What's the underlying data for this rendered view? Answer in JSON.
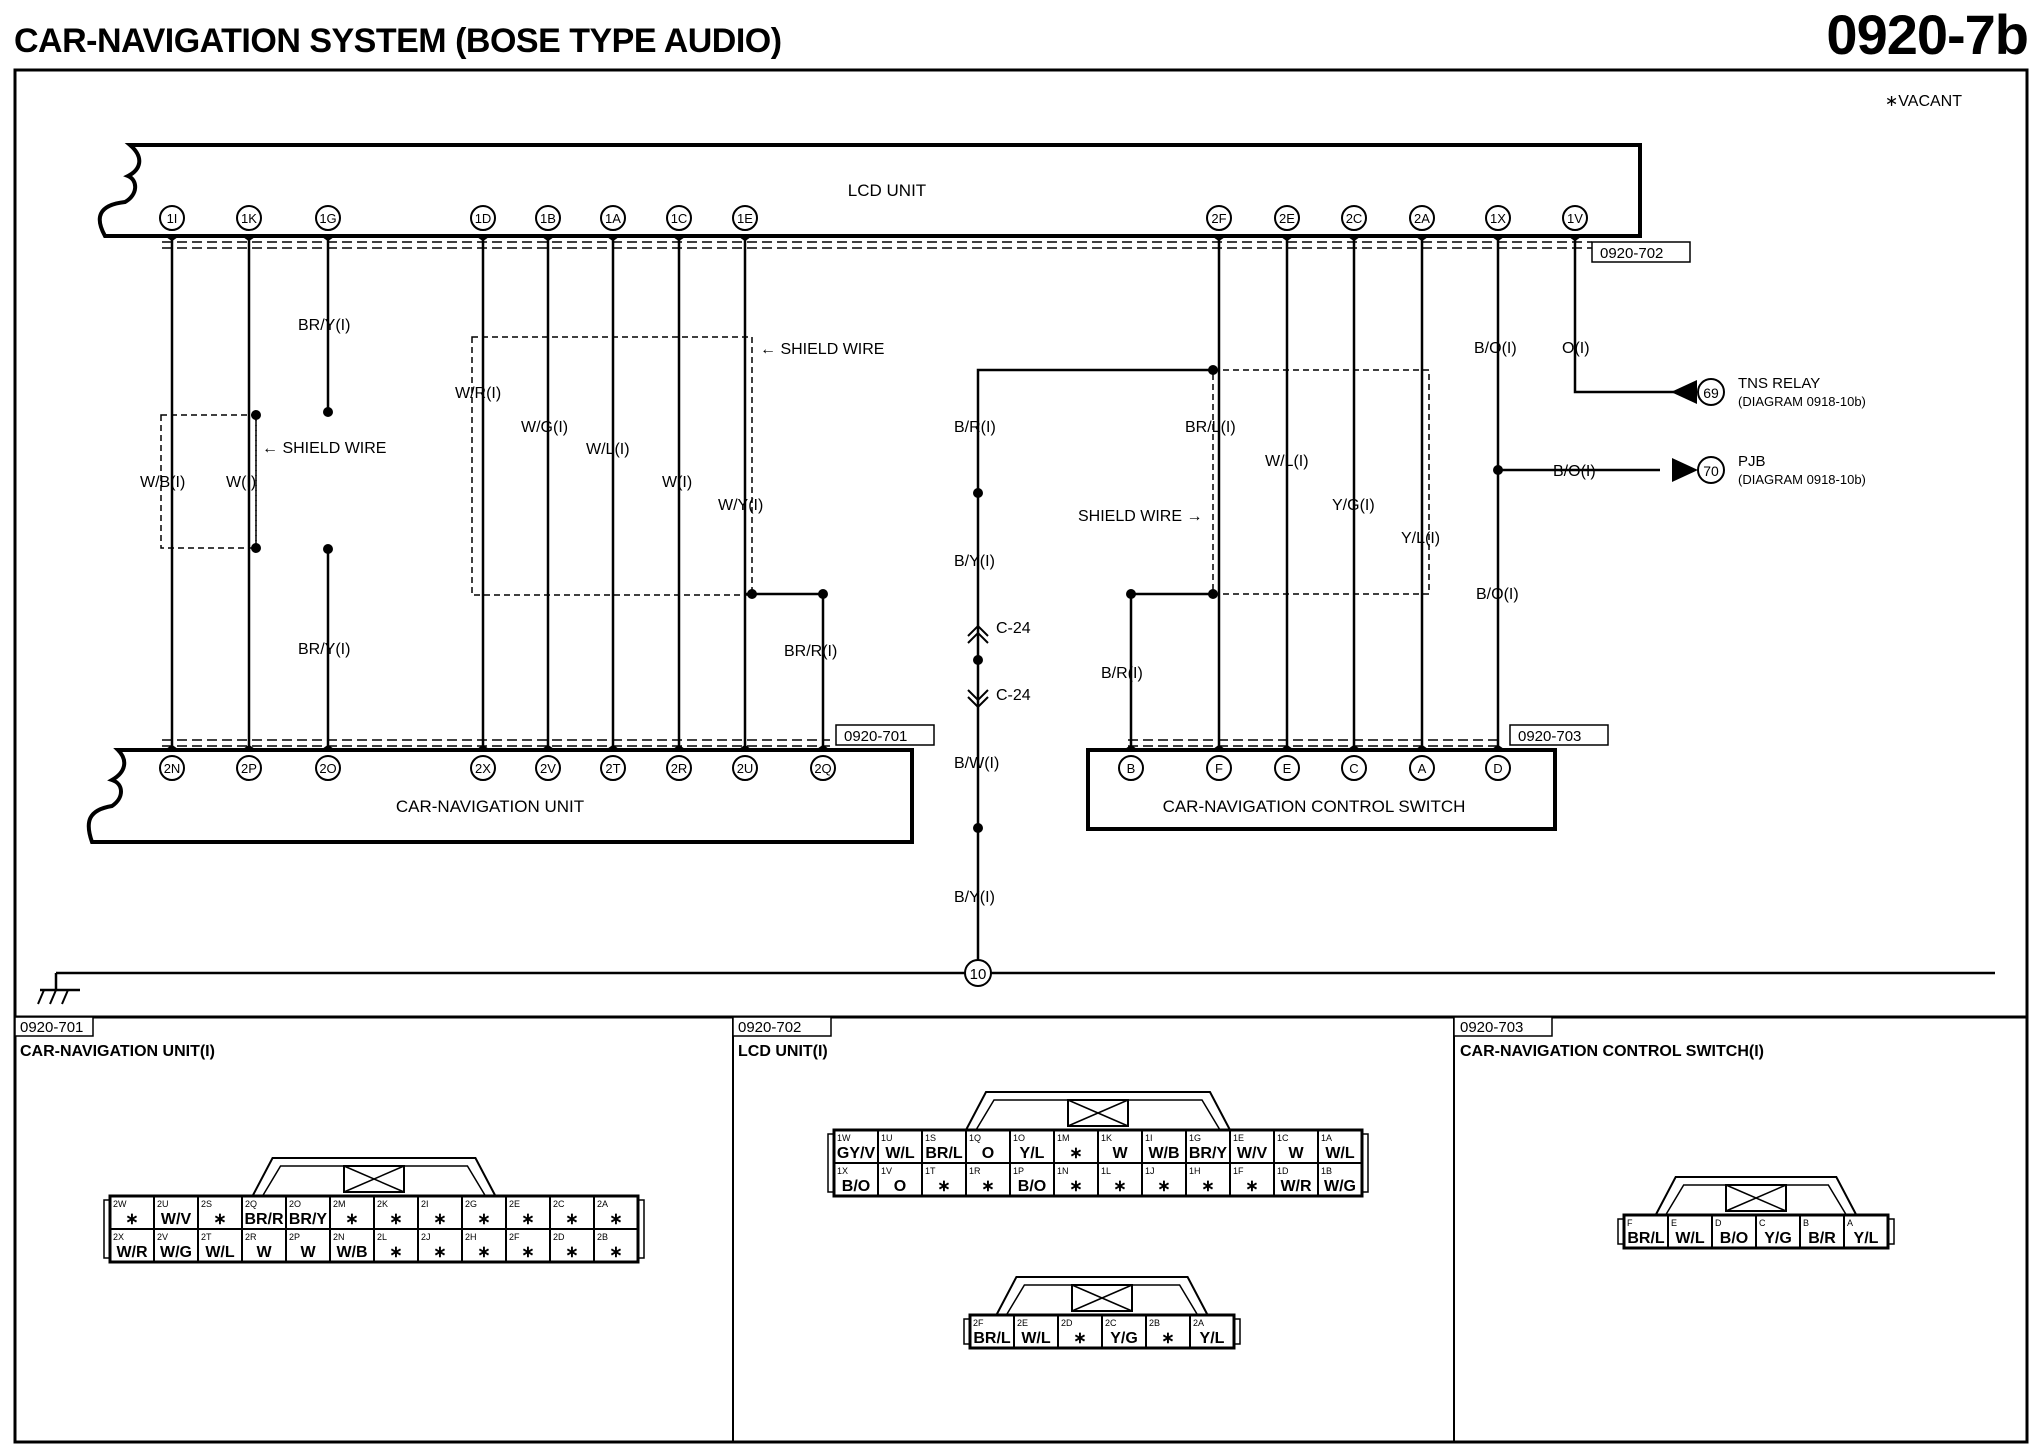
{
  "title": "CAR-NAVIGATION SYSTEM (BOSE TYPE AUDIO)",
  "diagram_code": "0920-7b",
  "vacant_note": "∗VACANT",
  "components": {
    "lcd_unit": "LCD UNIT",
    "nav_unit": "CAR-NAVIGATION UNIT",
    "control_switch": "CAR-NAVIGATION CONTROL SWITCH"
  },
  "connector_refs": {
    "c701": "0920-701",
    "c702": "0920-702",
    "c703": "0920-703"
  },
  "shield_wire": "SHIELD WIRE",
  "pins": {
    "lcd_top": [
      "1I",
      "1K",
      "1G",
      "1D",
      "1B",
      "1A",
      "1C",
      "1E",
      "2F",
      "2E",
      "2C",
      "2A",
      "1X",
      "1V"
    ],
    "nav_bottom": [
      "2N",
      "2P",
      "2O",
      "2X",
      "2V",
      "2T",
      "2R",
      "2U",
      "2Q"
    ],
    "switch_bottom": [
      "B",
      "F",
      "E",
      "C",
      "A",
      "D"
    ]
  },
  "wire_labels": {
    "w1": "W/B(I)",
    "w2": "W(I)",
    "w3a": "BR/Y(I)",
    "w3b": "BR/Y(I)",
    "w4": "W/R(I)",
    "w5": "W/G(I)",
    "w6": "W/L(I)",
    "w7": "W(I)",
    "w8": "W/Y(I)",
    "w9": "BR/R(I)",
    "g1": "B/R(I)",
    "g2": "B/Y(I)",
    "g3": "B/W(I)",
    "g4": "B/Y(I)",
    "s1": "BR/L(I)",
    "s2": "W/L(I)",
    "s3": "Y/G(I)",
    "s4": "Y/L(I)",
    "s5": "B/R(I)",
    "p1": "B/O(I)",
    "p2": "O(I)",
    "p3": "B/O(I)",
    "p4": "B/O(I)"
  },
  "connector_c24": "C-24",
  "ground_point": "10",
  "refs": {
    "tns_num": "69",
    "tns_label": "TNS RELAY",
    "tns_diag": "(DIAGRAM 0918-10b)",
    "pjb_num": "70",
    "pjb_label": "PJB",
    "pjb_diag": "(DIAGRAM 0918-10b)"
  },
  "panels": {
    "p701_title": "CAR-NAVIGATION UNIT(I)",
    "p702_title": "LCD UNIT(I)",
    "p703_title": "CAR-NAVIGATION CONTROL SWITCH(I)"
  },
  "conn701": {
    "top": [
      [
        "2W",
        "∗"
      ],
      [
        "2U",
        "W/V"
      ],
      [
        "2S",
        "∗"
      ],
      [
        "2Q",
        "BR/R"
      ],
      [
        "2O",
        "BR/Y"
      ],
      [
        "2M",
        "∗"
      ],
      [
        "2K",
        "∗"
      ],
      [
        "2I",
        "∗"
      ],
      [
        "2G",
        "∗"
      ],
      [
        "2E",
        "∗"
      ],
      [
        "2C",
        "∗"
      ],
      [
        "2A",
        "∗"
      ]
    ],
    "bottom": [
      [
        "2X",
        "W/R"
      ],
      [
        "2V",
        "W/G"
      ],
      [
        "2T",
        "W/L"
      ],
      [
        "2R",
        "W"
      ],
      [
        "2P",
        "W"
      ],
      [
        "2N",
        "W/B"
      ],
      [
        "2L",
        "∗"
      ],
      [
        "2J",
        "∗"
      ],
      [
        "2H",
        "∗"
      ],
      [
        "2F",
        "∗"
      ],
      [
        "2D",
        "∗"
      ],
      [
        "2B",
        "∗"
      ]
    ]
  },
  "conn702a": {
    "top": [
      [
        "1W",
        "GY/V"
      ],
      [
        "1U",
        "W/L"
      ],
      [
        "1S",
        "BR/L"
      ],
      [
        "1Q",
        "O"
      ],
      [
        "1O",
        "Y/L"
      ],
      [
        "1M",
        "∗"
      ],
      [
        "1K",
        "W"
      ],
      [
        "1I",
        "W/B"
      ],
      [
        "1G",
        "BR/Y"
      ],
      [
        "1E",
        "W/V"
      ],
      [
        "1C",
        "W"
      ],
      [
        "1A",
        "W/L"
      ]
    ],
    "bottom": [
      [
        "1X",
        "B/O"
      ],
      [
        "1V",
        "O"
      ],
      [
        "1T",
        "∗"
      ],
      [
        "1R",
        "∗"
      ],
      [
        "1P",
        "B/O"
      ],
      [
        "1N",
        "∗"
      ],
      [
        "1L",
        "∗"
      ],
      [
        "1J",
        "∗"
      ],
      [
        "1H",
        "∗"
      ],
      [
        "1F",
        "∗"
      ],
      [
        "1D",
        "W/R"
      ],
      [
        "1B",
        "W/G"
      ]
    ]
  },
  "conn702b": {
    "cells": [
      [
        "2F",
        "BR/L"
      ],
      [
        "2E",
        "W/L"
      ],
      [
        "2D",
        "∗"
      ],
      [
        "2C",
        "Y/G"
      ],
      [
        "2B",
        "∗"
      ],
      [
        "2A",
        "Y/L"
      ]
    ]
  },
  "conn703": {
    "cells": [
      [
        "F",
        "BR/L"
      ],
      [
        "E",
        "W/L"
      ],
      [
        "D",
        "B/O"
      ],
      [
        "C",
        "Y/G"
      ],
      [
        "B",
        "B/R"
      ],
      [
        "A",
        "Y/L"
      ]
    ]
  }
}
